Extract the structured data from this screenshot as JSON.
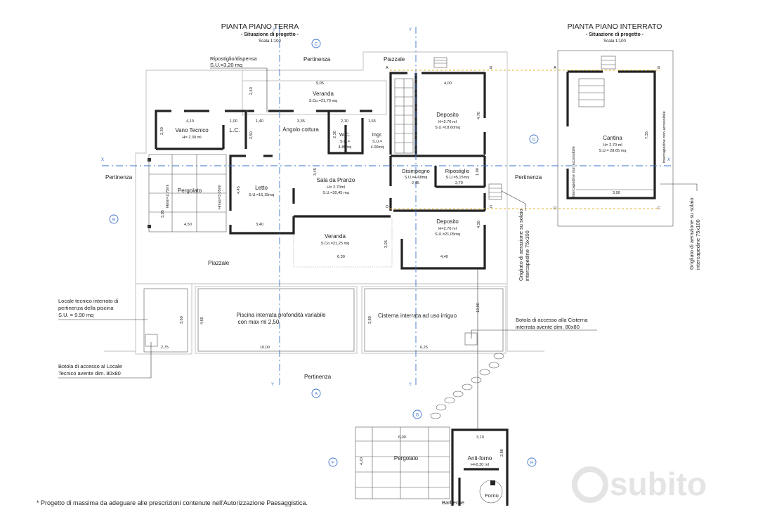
{
  "ground_plan": {
    "title": "PIANTA PIANO TERRA",
    "subtitle": "- Situazione di progetto -",
    "scale": "Scala 1:100"
  },
  "basement_plan": {
    "title": "PIANTA PIANO INTERRATO",
    "subtitle": "- Situazione di progetto -",
    "scale": "Scala 1:100"
  },
  "rooms": {
    "veranda_top": {
      "name": "Veranda",
      "info": "S.Co.=21,70 mq"
    },
    "vano_tecnico": {
      "name": "Vano Tecnico",
      "info": "H= 2.30 ml"
    },
    "lc": {
      "name": "L.C."
    },
    "angolo_cottura": {
      "name": "Angolo cottura"
    },
    "wc": {
      "name": "W.C.",
      "info1": "S.U.=",
      "info2": "4.85mq"
    },
    "ingr": {
      "name": "Ingr.",
      "info1": "S.U.=",
      "info2": "4.00mq"
    },
    "deposito_top": {
      "name": "Deposito",
      "info1": "H=2.70 ml",
      "info2": "S.U.=18,60mq"
    },
    "pergolato": {
      "name": "Pergolato"
    },
    "letto": {
      "name": "Letto",
      "info": "S.U.=15,15mq"
    },
    "sala_pranzo": {
      "name": "Sala da Pranzo",
      "info1": "H= 2.70ml",
      "info2": "S.U.=30,45 mq"
    },
    "disimpegno": {
      "name": "Disimpegno",
      "info": "S.U.=4,68mq"
    },
    "ripostiglio": {
      "name": "Ripostiglio",
      "info": "S.U.=5,15mq"
    },
    "deposito_bottom": {
      "name": "Deposito",
      "info1": "H=2.70 ml",
      "info2": "S.U.=21,05mq"
    },
    "veranda_bottom": {
      "name": "Veranda",
      "info": "S.Co.=21,25 mq"
    },
    "piscina": {
      "name1": "Piscina interrata profondità variabile",
      "name2": "con max ml 2,50"
    },
    "cisterna": {
      "name": "Cisterna interrata ad uso irriguo"
    },
    "pergolato_2": {
      "name": "Pergolato"
    },
    "antiforno": {
      "name": "Anti-forno",
      "info": "H=2,30 ml"
    },
    "barbecue": {
      "name": "Barbecue"
    },
    "forno": {
      "name": "Forno"
    },
    "cantina": {
      "name": "Cantina",
      "info1": "H= 2.70 ml",
      "info2": "S.U.= 28,65 mq"
    }
  },
  "areas": {
    "pertinenza_top": "Pertinenza",
    "piazzale_top": "Piazzale",
    "pertinenza_left": "Pertinenza",
    "pertinenza_right": "Pertinenza",
    "piazzale_mid": "Piazzale",
    "pertinenza_bottom": "Pertinenza"
  },
  "notes": {
    "ripostiglio_dispensa_1": "Ripostiglio/dispensa",
    "ripostiglio_dispensa_2": "S.U.=3,20 mq",
    "locale_tecnico_1": "Locale tecnico interrato di",
    "locale_tecnico_2": "pertinenza della piscina",
    "locale_tecnico_3": "S.U. = 9.90 mq",
    "botola_locale_1": "Botola di accesso al Locale",
    "botola_locale_2": "Tecnico avente dim. 80x80",
    "botola_cisterna_1": "Botola di accesso alla Cisterna",
    "botola_cisterna_2": "interrata avente dim. 80x80",
    "grigliato_1a": "Grigliato di aerazione su solaio",
    "grigliato_1b": "intercapedine 75x100",
    "grigliato_2a": "Grigliato di aerazione su solaio",
    "grigliato_2b": "intercapedine 75x100",
    "intercapedine_left": "Intercapedine non accessibile",
    "intercapedine_right": "Intercapedine non accessibile",
    "footnote": "* Progetto di massima da adeguare alle prescrizioni contenute nell'Autorizzazione Paesaggistica."
  },
  "dimensions": {
    "d905": "9,05",
    "d410": "4,10",
    "d100": "1,00",
    "d140": "1,40",
    "d335": "3,35",
    "d210": "2,10",
    "d165": "1,65",
    "d400": "4,00",
    "d470": "4,70",
    "d230": "2,30",
    "d230b": "2,30",
    "d250": "2,50",
    "d240": "2,40",
    "d340": "3,40",
    "d450": "4,50",
    "d445": "4,45",
    "d345": "3,45",
    "d245": "2,45",
    "d270": "2,70",
    "d190": "1,90",
    "d630": "6,30",
    "d305": "3,05",
    "d440": "4,40",
    "d430": "4,30",
    "d395": "3,95",
    "hmin": "Hmin=2.75ml",
    "hmax": "Hmax=3.05ml",
    "d360": "3,60",
    "d275": "2,75",
    "d460": "4,60",
    "d1000": "10,00",
    "d380": "3,80",
    "d625": "6,25",
    "d1200": "12,00",
    "d600": "6,00",
    "d310": "3,10",
    "d280": "2,80",
    "d420": "4,20",
    "d390": "3,90",
    "d735": "7,35"
  },
  "section_labels": {
    "A": "A",
    "B": "B",
    "C": "C",
    "D": "D",
    "F": "F",
    "G": "G",
    "H": "H",
    "X": "X",
    "Y": "Y"
  },
  "section_points": {
    "a1": "A",
    "b1": "B",
    "a2": "A",
    "b2": "B",
    "d1": "D",
    "c1": "C",
    "c2": "C",
    "d2": "D",
    "a3": "A",
    "b3": "B",
    "c3": "C",
    "d3": "D"
  },
  "watermark": "subito"
}
